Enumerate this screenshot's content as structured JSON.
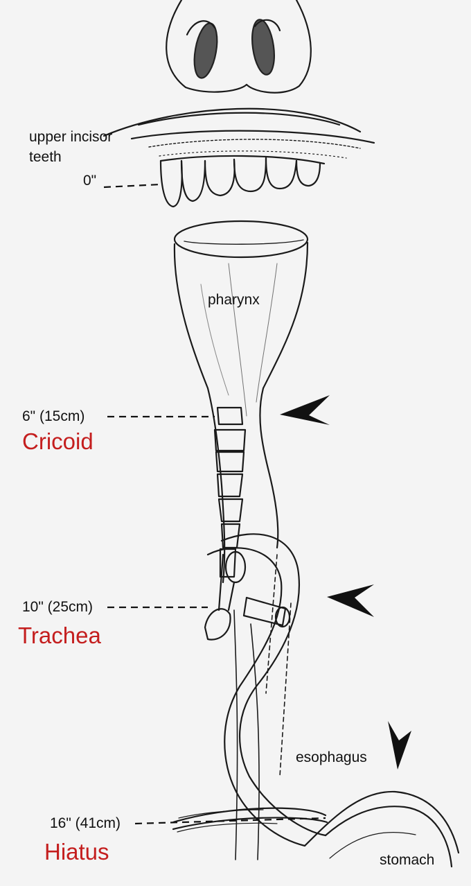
{
  "labels": {
    "upper_incisor_teeth": [
      "upper incisor",
      "teeth"
    ],
    "pharynx": "pharynx",
    "esophagus": "esophagus",
    "stomach": "stomach"
  },
  "distances": [
    {
      "value": "0\""
    },
    {
      "value": "6\" (15cm)",
      "landmark": "Cricoid"
    },
    {
      "value": "10\" (25cm)",
      "landmark": "Trachea"
    },
    {
      "value": "16\" (41cm)",
      "landmark": "Hiatus"
    }
  ],
  "colors": {
    "landmark": "#c41e1e",
    "line_art": "#1a1a1a",
    "background": "#f4f4f4"
  }
}
